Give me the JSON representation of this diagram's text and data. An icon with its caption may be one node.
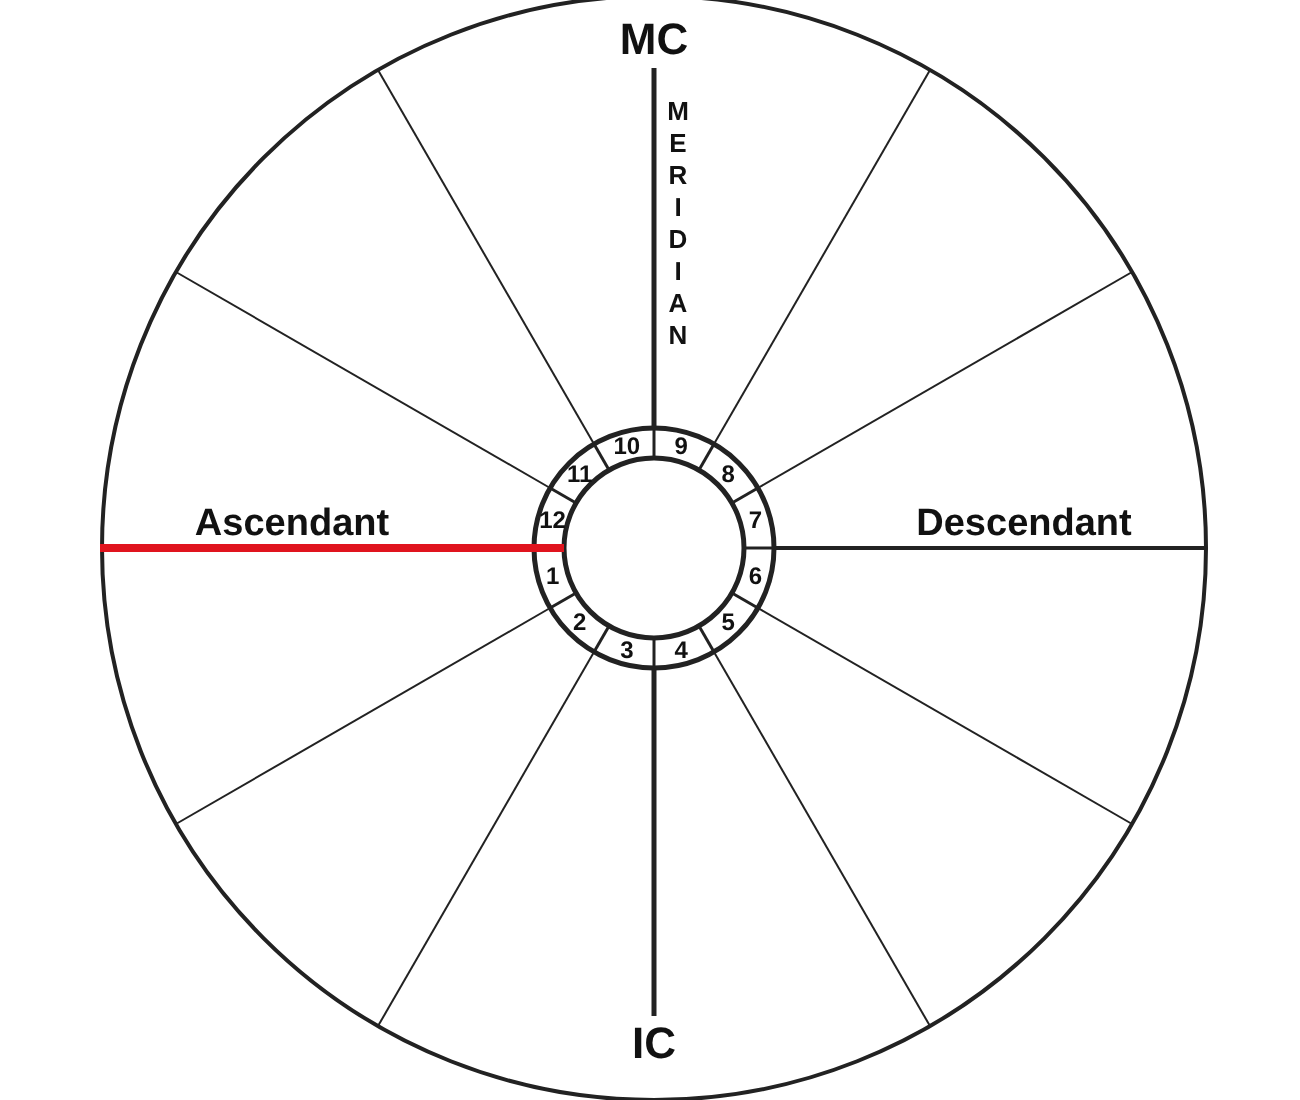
{
  "diagram": {
    "labels": [
      "MC",
      "MERIDIAN",
      "10",
      "9",
      "11",
      "8",
      "12",
      "Ascendant",
      "7",
      "Descendant",
      "1",
      "6",
      "2",
      "5",
      "3",
      "4",
      "IC"
    ]
  }
}
